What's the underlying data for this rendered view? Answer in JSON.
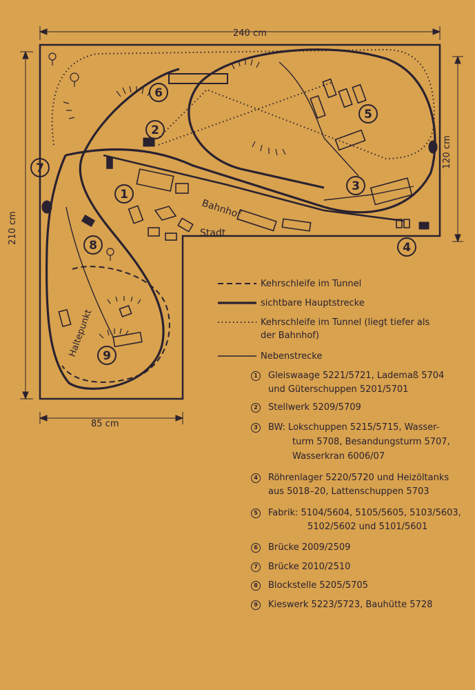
{
  "dimensions": {
    "width_top": "240 cm",
    "height_left": "210 cm",
    "height_right": "120 cm",
    "width_bottom": "85 cm"
  },
  "labels": {
    "bahnhof": "Bahnhof",
    "stadt": "Stadt",
    "haltepunkt": "Haltepunkt"
  },
  "markers": [
    "1",
    "2",
    "3",
    "4",
    "5",
    "6",
    "7",
    "8",
    "9"
  ],
  "legend": {
    "dashed": "Kehrschleife im Tunnel",
    "thick": "sichtbare Hauptstrecke",
    "dotted_1": "Kehrschleife im Tunnel (liegt tiefer als",
    "dotted_2": "der Bahnhof)",
    "thin": "Nebenstrecke"
  },
  "items": [
    {
      "num": "1",
      "lines": [
        "Gleiswaage 5221/5721, Lademaß 5704",
        "und Güterschuppen 5201/5701"
      ]
    },
    {
      "num": "2",
      "lines": [
        "Stellwerk 5209/5709"
      ]
    },
    {
      "num": "3",
      "lines": [
        "BW: Lokschuppen 5215/5715, Wasser-",
        "turm 5708, Besandungsturm 5707,",
        "Wasserkran 6006/07"
      ]
    },
    {
      "num": "4",
      "lines": [
        "Röhrenlager 5220/5720 und Heizöltanks",
        "aus 5018–20, Lattenschuppen 5703"
      ]
    },
    {
      "num": "5",
      "lines": [
        "Fabrik: 5104/5604, 5105/5605, 5103/5603,",
        "5102/5602 und 5101/5601"
      ]
    },
    {
      "num": "6",
      "lines": [
        "Brücke 2009/2509"
      ]
    },
    {
      "num": "7",
      "lines": [
        "Brücke 2010/2510"
      ]
    },
    {
      "num": "8",
      "lines": [
        "Blockstelle 5205/5705"
      ]
    },
    {
      "num": "9",
      "lines": [
        "Kieswerk 5223/5723, Bauhütte 5728"
      ]
    }
  ]
}
